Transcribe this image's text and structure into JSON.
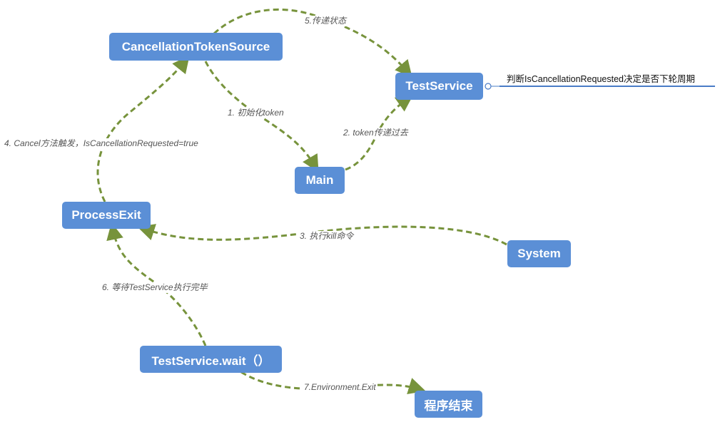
{
  "nodes": {
    "cts": "CancellationTokenSource",
    "testservice": "TestService",
    "main": "Main",
    "processexit": "ProcessExit",
    "system": "System",
    "wait": "TestService.wait（）",
    "end": "程序结束"
  },
  "edges": {
    "e1": "1. 初始化token",
    "e2": "2. token传递过去",
    "e3": "3. 执行kill命令",
    "e4": "4. Cancel方法触发，IsCancellationRequested=true",
    "e5": "5.传递状态",
    "e6": "6. 等待TestService执行完毕",
    "e7": "7.Environment.Exit"
  },
  "note": "判断IsCancellationRequested决定是否下轮周期",
  "colors": {
    "node_fill": "#5b8fd6",
    "node_text": "#ffffff",
    "edge": "#77933c",
    "note_line": "#4a7cc7",
    "label_text": "#555555"
  }
}
